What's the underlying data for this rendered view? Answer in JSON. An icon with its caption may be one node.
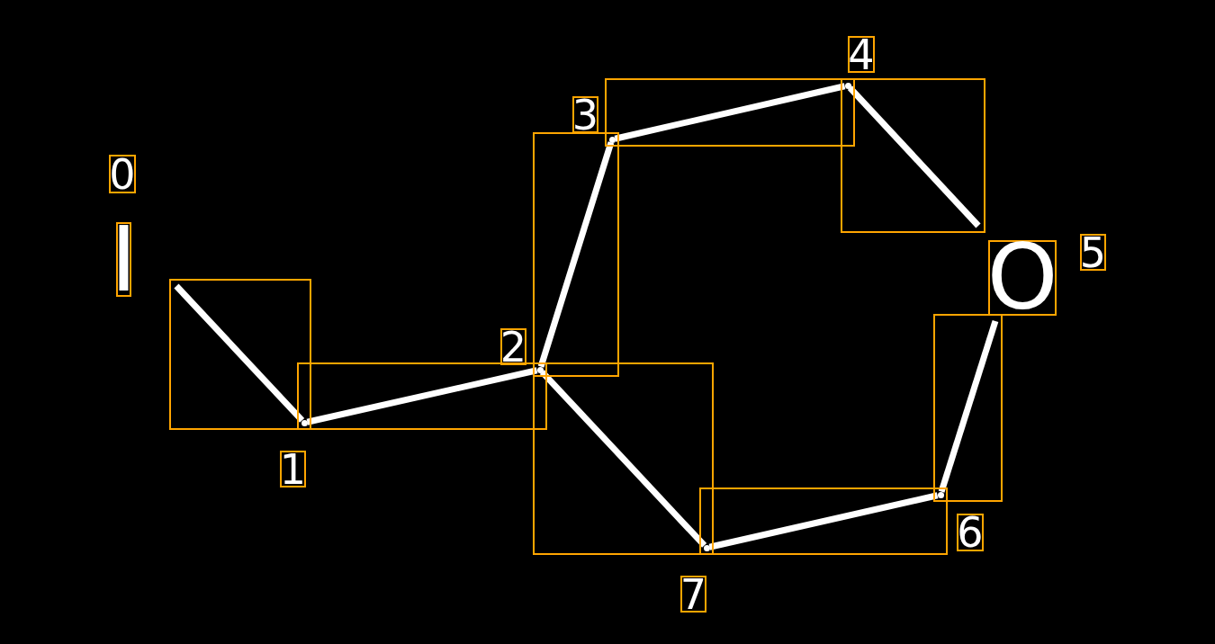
{
  "diagram": {
    "nodes": [
      {
        "text": [
          "I"
        ],
        "beside": [
          "0"
        ]
      },
      {
        "text": [],
        "shape": "dot",
        "beside": [
          "1"
        ]
      },
      {
        "text": [],
        "shape": "dot",
        "beside": [
          "2"
        ]
      },
      {
        "text": [],
        "shape": "dot",
        "beside": [
          "3"
        ]
      },
      {
        "text": [],
        "shape": "dot",
        "beside": [
          "4"
        ]
      },
      {
        "text": [
          "O"
        ],
        "beside": [
          "5"
        ]
      },
      {
        "text": [],
        "shape": "dot",
        "beside": [
          "6"
        ]
      },
      {
        "text": [],
        "shape": "dot",
        "beside": [
          "7"
        ]
      }
    ],
    "edges": [
      {
        "from": 0,
        "to": 1,
        "arrow": "none"
      },
      {
        "from": 1,
        "to": 2,
        "arrow": "none"
      },
      {
        "from": 2,
        "to": 3,
        "arrow": "none"
      },
      {
        "from": 3,
        "to": 4,
        "arrow": "none"
      },
      {
        "from": 4,
        "to": 5,
        "arrow": "none"
      },
      {
        "from": 2,
        "to": 7,
        "arrow": "none"
      },
      {
        "from": 7,
        "to": 6,
        "arrow": "none"
      },
      {
        "from": 6,
        "to": 5,
        "arrow": "none"
      }
    ]
  }
}
